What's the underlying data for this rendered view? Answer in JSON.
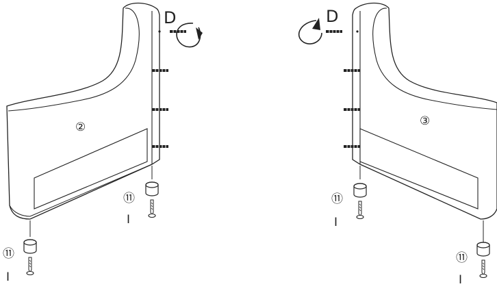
{
  "colors": {
    "stroke": "#222222",
    "background": "#ffffff",
    "shade": "#888888"
  },
  "left_panel": {
    "part_label": "②",
    "rotation_label": "D",
    "foot_labels": [
      {
        "cap": "⑪",
        "screw": "Ⅰ"
      },
      {
        "cap": "⑪",
        "screw": "Ⅰ"
      }
    ]
  },
  "right_panel": {
    "part_label": "③",
    "rotation_label": "D",
    "foot_labels": [
      {
        "cap": "⑪",
        "screw": "Ⅰ"
      },
      {
        "cap": "⑪",
        "screw": "Ⅰ"
      }
    ]
  }
}
